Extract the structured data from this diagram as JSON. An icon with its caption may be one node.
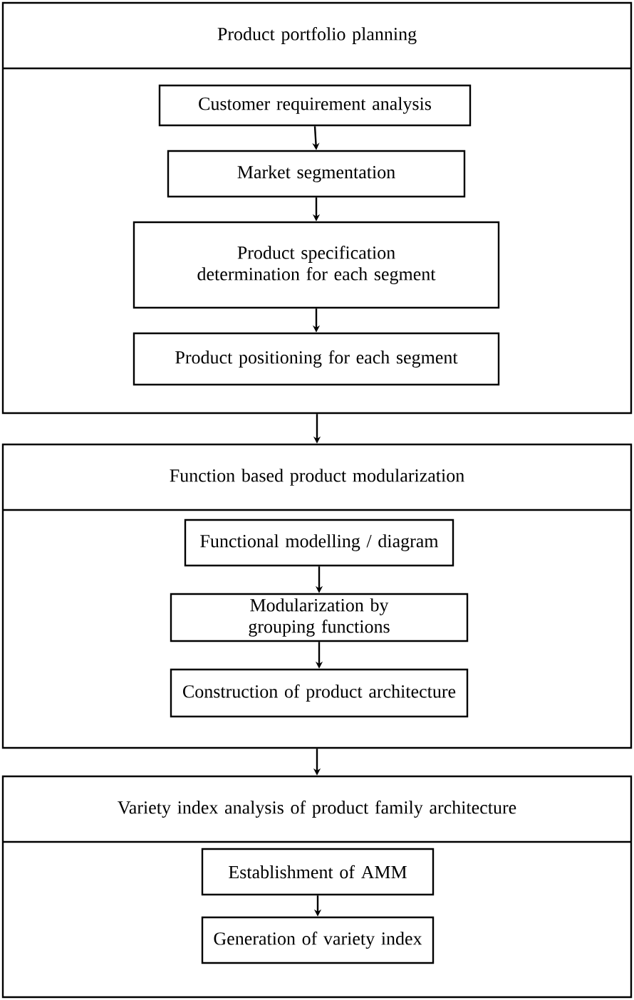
{
  "diagram": {
    "nodes": [
      {
        "text": [
          "Product portfolio planning"
        ]
      },
      {
        "text": [
          "Customer requirement analysis"
        ],
        "in": 0
      },
      {
        "text": [
          "Market segmentation"
        ],
        "in": 0
      },
      {
        "text": [
          "Product specification determination for each segment"
        ],
        "in": 0
      },
      {
        "text": [
          "Product positioning for each segment"
        ],
        "in": 0
      },
      {
        "text": [
          "Function based product modularization"
        ]
      },
      {
        "text": [
          "Functional modelling / diagram"
        ],
        "in": 5
      },
      {
        "text": [
          "Modularization by grouping functions"
        ],
        "in": 5
      },
      {
        "text": [
          "Construction of product architecture"
        ],
        "in": 5
      },
      {
        "text": [
          "Variety index analysis of product family architecture"
        ]
      },
      {
        "text": [
          "Establishment of AMM"
        ],
        "in": 9
      },
      {
        "text": [
          "Generation of variety index"
        ],
        "in": 9
      }
    ],
    "edges": [
      {
        "from": 1,
        "to": 2,
        "arrow": "to"
      },
      {
        "from": 2,
        "to": 3,
        "arrow": "to"
      },
      {
        "from": 3,
        "to": 4,
        "arrow": "to"
      },
      {
        "from": 0,
        "to": 5,
        "arrow": "to"
      },
      {
        "from": 6,
        "to": 7,
        "arrow": "to"
      },
      {
        "from": 7,
        "to": 8,
        "arrow": "to"
      },
      {
        "from": 5,
        "to": 9,
        "arrow": "to"
      },
      {
        "from": 10,
        "to": 11,
        "arrow": "to"
      }
    ]
  }
}
